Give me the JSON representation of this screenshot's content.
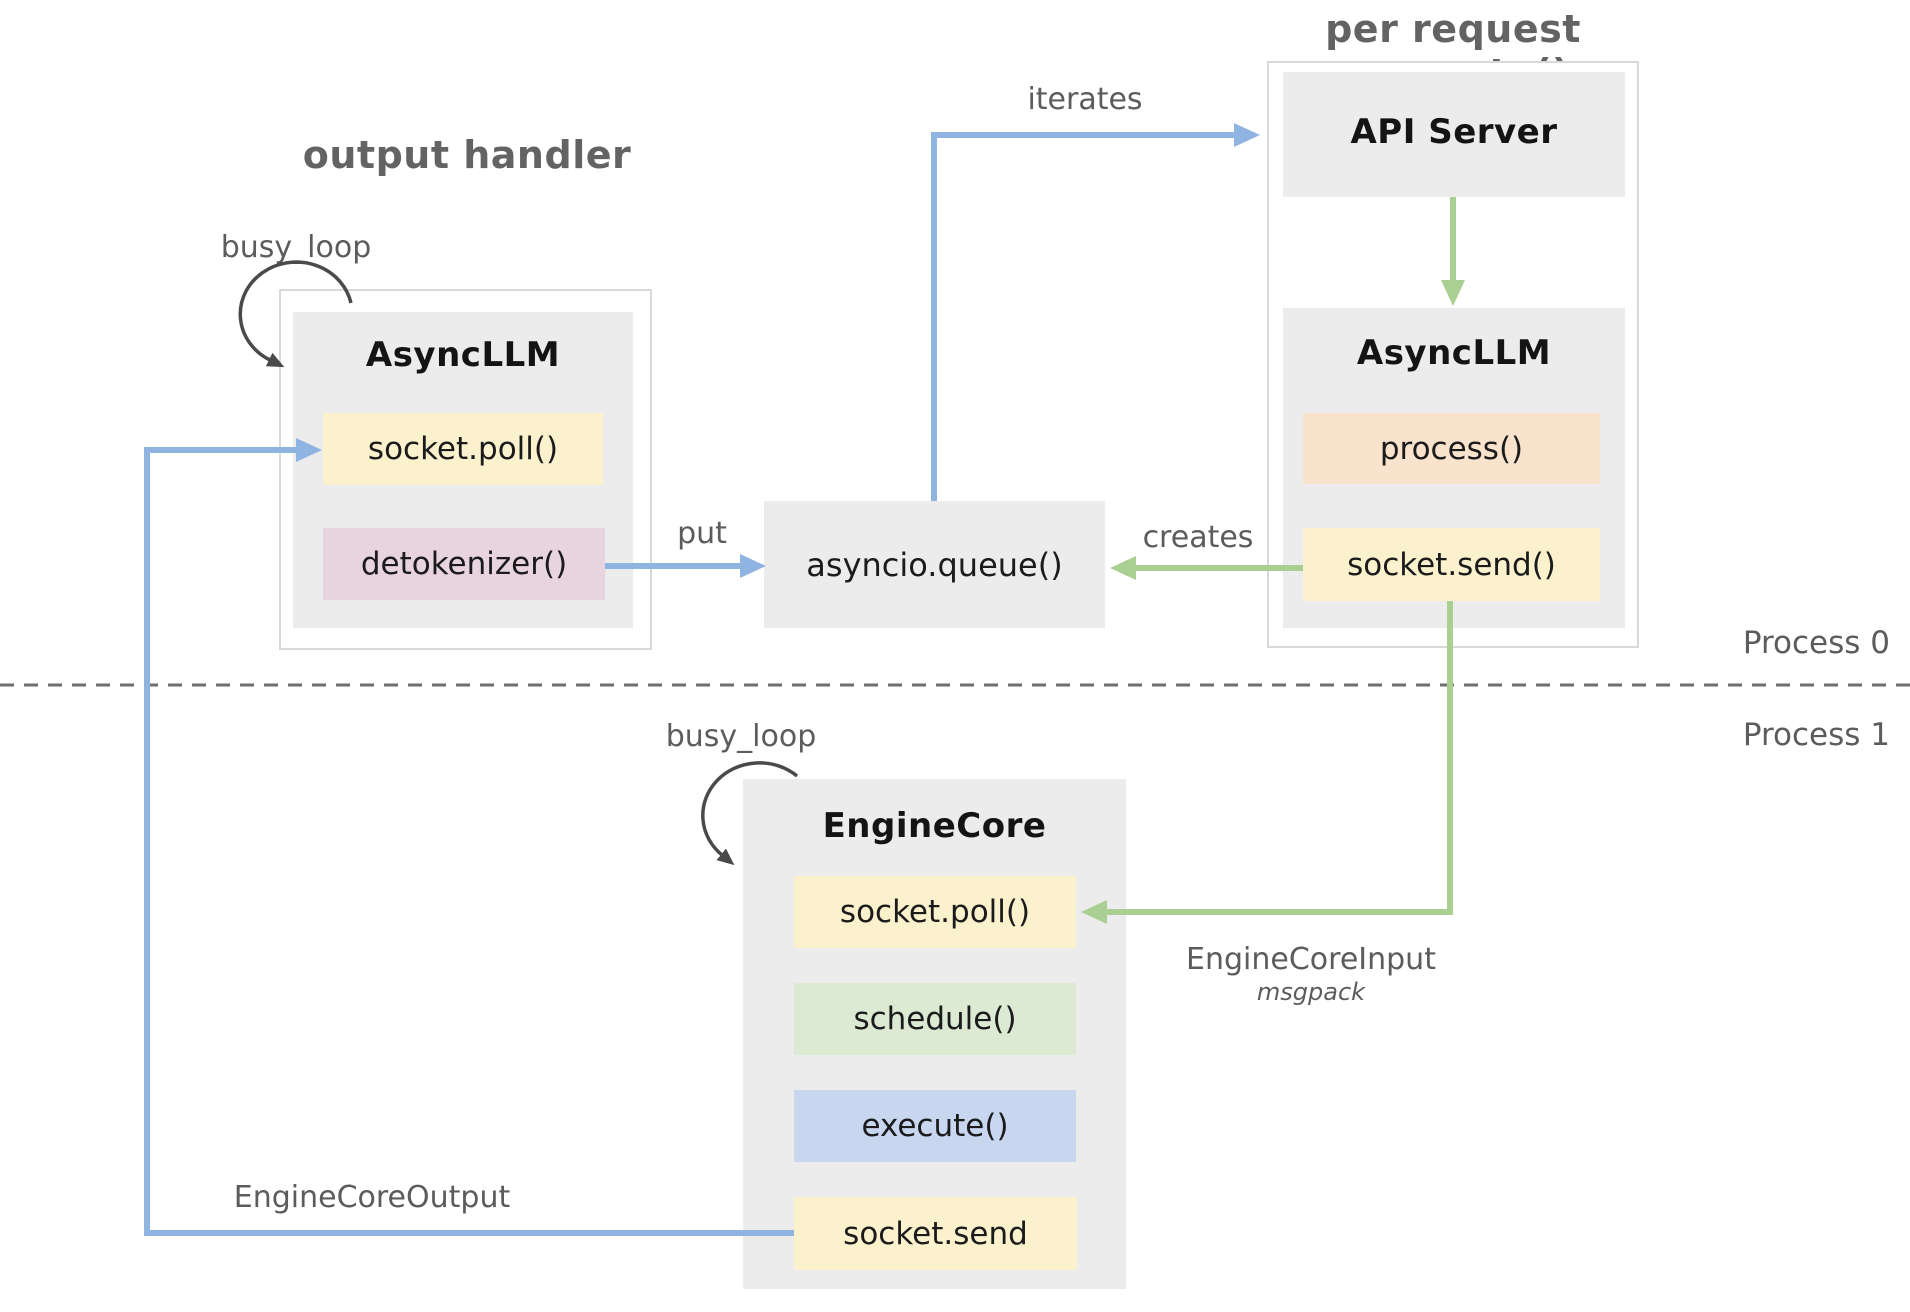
{
  "titles": {
    "output_handler": "output handler",
    "per_request_generate": "per request generate()"
  },
  "labels": {
    "busy_loop": "busy_loop",
    "iterates": "iterates",
    "put": "put",
    "creates": "creates",
    "process0": "Process 0",
    "process1": "Process 1",
    "engine_core_input": "EngineCoreInput",
    "msgpack": "msgpack",
    "engine_core_output": "EngineCoreOutput"
  },
  "nodes": {
    "async_llm_left": {
      "title": "AsyncLLM",
      "methods": [
        "socket.poll()",
        "detokenizer()"
      ]
    },
    "api_server": {
      "title": "API Server"
    },
    "async_llm_right": {
      "title": "AsyncLLM",
      "methods": [
        "process()",
        "socket.send()"
      ]
    },
    "queue": {
      "label": "asyncio.queue()"
    },
    "engine_core": {
      "title": "EngineCore",
      "methods": [
        "socket.poll()",
        "schedule()",
        "execute()",
        "socket.send"
      ]
    }
  },
  "colors": {
    "arrow_blue": "#8fb4e2",
    "arrow_green": "#a9cf92",
    "loop_dark": "#4a4a4a",
    "block_gray": "#ececec",
    "chip_yellow": "#fbf1cd",
    "chip_pink": "#e8d4de",
    "chip_peach": "#f9e3cd",
    "chip_green": "#dcead3",
    "chip_blue": "#c8d6f0",
    "container_border": "#d9d9d9",
    "label_gray": "#5c5c5c",
    "dashed_line": "#6e6e6e"
  }
}
